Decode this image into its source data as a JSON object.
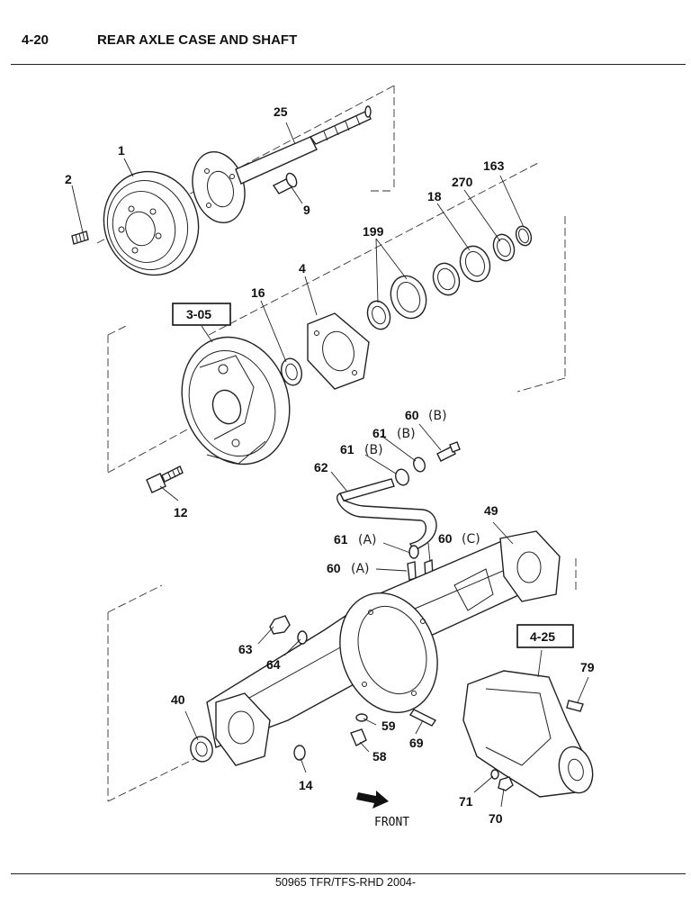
{
  "header": {
    "section": "4-20",
    "title": "REAR AXLE CASE AND SHAFT"
  },
  "footer": {
    "text": "50965 TFR/TFS-RHD 2004-"
  },
  "front_label": "FRONT",
  "callouts": {
    "c25": "25",
    "c1": "1",
    "c2": "2",
    "c9": "9",
    "c163": "163",
    "c270": "270",
    "c18": "18",
    "c199": "199",
    "c4": "4",
    "c16": "16",
    "c12": "12",
    "c60b": "60",
    "c61b_top": "61",
    "c61b": "61",
    "c62": "62",
    "c49": "49",
    "c61a": "61",
    "c60c": "60",
    "c60a": "60",
    "c63": "63",
    "c64": "64",
    "c40": "40",
    "c59": "59",
    "c69": "69",
    "c58": "58",
    "c79": "79",
    "c14": "14",
    "c71": "71",
    "c70": "70"
  },
  "variant_tags": {
    "t60b": "(B)",
    "t61b_top": "(B)",
    "t61b": "(B)",
    "t61a": "(A)",
    "t60c": "(C)",
    "t60a": "(A)"
  },
  "references": {
    "r305": "3-05",
    "r425": "4-25"
  }
}
